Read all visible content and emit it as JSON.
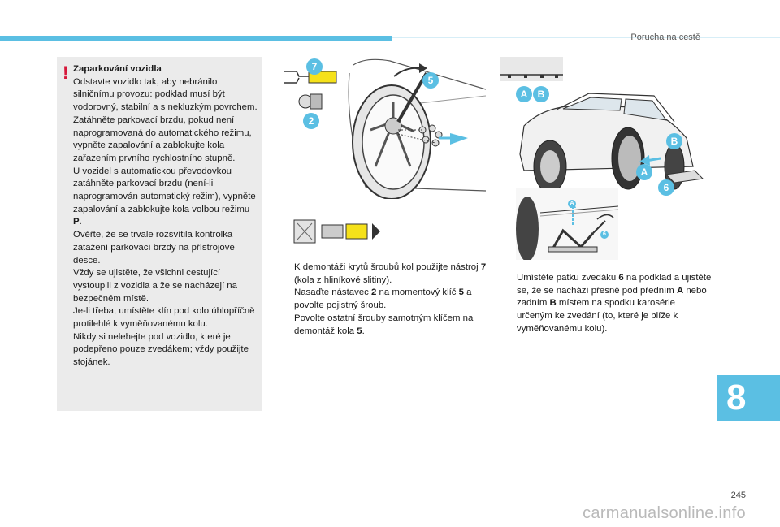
{
  "header": {
    "section_title": "Porucha na cestě"
  },
  "warning": {
    "title": "Zaparkování vozidla",
    "paragraphs": [
      "Odstavte vozidlo tak, aby nebránilo silničnímu provozu: podklad musí být vodorovný, stabilní a s nekluzkým povrchem.",
      "Zatáhněte parkovací brzdu, pokud není naprogramovaná do automatického režimu, vypněte zapalování a zablokujte kola zařazením prvního rychlostního stupně.",
      "U vozidel s automatickou převodovkou zatáhněte parkovací brzdu (není-li naprogramován automatický režim), vypněte zapalování a zablokujte kola volbou režimu ",
      "Ověřte, že se trvale rozsvítila kontrolka zatažení parkovací brzdy na přístrojové desce.",
      "Vždy se ujistěte, že všichni cestující vystoupili z vozidla a že se nacházejí na bezpečném místě.",
      "Je-li třeba, umístěte klín pod kolo úhlopříčně protilehlé k vyměňovanému kolu.",
      "Nikdy si nelehejte pod vozidlo, které je podepřeno pouze zvedákem; vždy použijte stojánek."
    ],
    "mode_letter": "P",
    "mode_suffix": "."
  },
  "figure_labels": {
    "fig1": [
      "7",
      "5",
      "2"
    ],
    "fig3": [
      "A",
      "B",
      "A",
      "B",
      "6"
    ],
    "fig4": [
      "A",
      "6"
    ]
  },
  "middle_steps": [
    {
      "parts": [
        "K demontáži krytů šroubů kol použijte nástroj ",
        "7",
        " (kola z hliníkové slitiny)."
      ]
    },
    {
      "parts": [
        "Nasaďte nástavec ",
        "2",
        " na momentový klíč ",
        "5",
        " a povolte pojistný šroub."
      ]
    },
    {
      "parts": [
        "Povolte ostatní šrouby samotným klíčem na demontáž kola ",
        "5",
        "."
      ]
    }
  ],
  "right_steps": [
    {
      "parts": [
        "Umístěte patku zvedáku ",
        "6",
        " na podklad a ujistěte se, že se nachází přesně pod předním ",
        "A",
        " nebo zadním ",
        "B",
        " místem na spodku karosérie určeným ke zvedání (to, které je blíže k vyměňovanému kolu)."
      ]
    }
  ],
  "bullet_glyph": "",
  "chapter": "8",
  "page_number": "245",
  "watermark": "carmanualsonline.info",
  "colors": {
    "accent": "#5bbfe3",
    "warning": "#d6173a",
    "box_bg": "#ebebeb",
    "highlight": "#f5e11a"
  }
}
